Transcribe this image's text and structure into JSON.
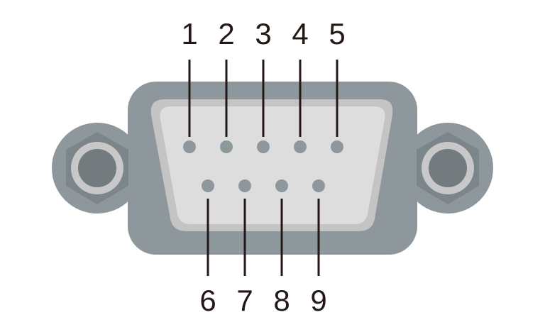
{
  "title": "DB9 connector pinout",
  "colors": {
    "shell": "#8d979c",
    "face_border": "#c4c4c4",
    "face": "#dddddd",
    "pin": "#8d979c",
    "nut": "#7c8589",
    "ring": "#c8c8c8",
    "hole": "#737b7f",
    "line": "#231815"
  },
  "pins_top": [
    {
      "label": "1"
    },
    {
      "label": "2"
    },
    {
      "label": "3"
    },
    {
      "label": "4"
    },
    {
      "label": "5"
    }
  ],
  "pins_bottom": [
    {
      "label": "6"
    },
    {
      "label": "7"
    },
    {
      "label": "8"
    },
    {
      "label": "9"
    }
  ]
}
